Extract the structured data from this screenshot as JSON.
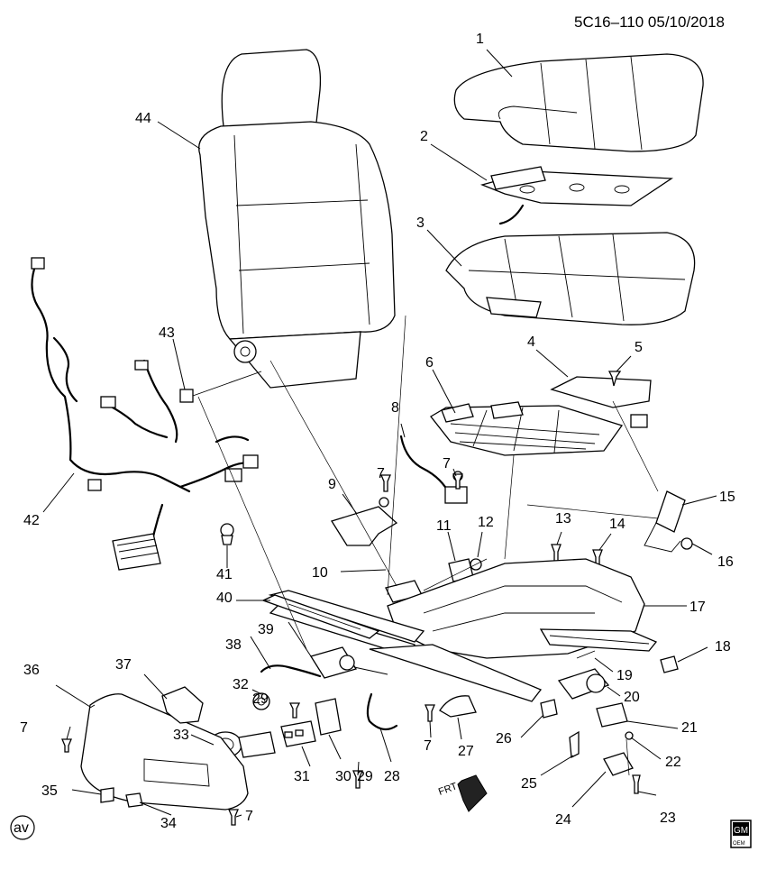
{
  "header": {
    "code": "5C16–110 05/10/2018"
  },
  "badges": {
    "corner": "av",
    "logo_top": "GM",
    "logo_bottom": "OEM"
  },
  "direction": {
    "label": "FRT"
  },
  "callouts": {
    "p1": "1",
    "p2": "2",
    "p3": "3",
    "p4": "4",
    "p5": "5",
    "p6": "6",
    "p7a": "7",
    "p7b": "7",
    "p7c": "7",
    "p7d": "7",
    "p7e": "7",
    "p8": "8",
    "p9": "9",
    "p10": "10",
    "p11": "11",
    "p12": "12",
    "p13": "13",
    "p14": "14",
    "p15": "15",
    "p16": "16",
    "p17": "17",
    "p18": "18",
    "p19": "19",
    "p20": "20",
    "p21": "21",
    "p22": "22",
    "p23": "23",
    "p24": "24",
    "p25": "25",
    "p26": "26",
    "p27": "27",
    "p28": "28",
    "p29a": "29",
    "p29b": "29",
    "p30": "30",
    "p31": "31",
    "p32": "32",
    "p33": "33",
    "p34": "34",
    "p35": "35",
    "p36": "36",
    "p37": "37",
    "p38": "38",
    "p39": "39",
    "p40": "40",
    "p41": "41",
    "p42": "42",
    "p43": "43",
    "p44": "44"
  }
}
